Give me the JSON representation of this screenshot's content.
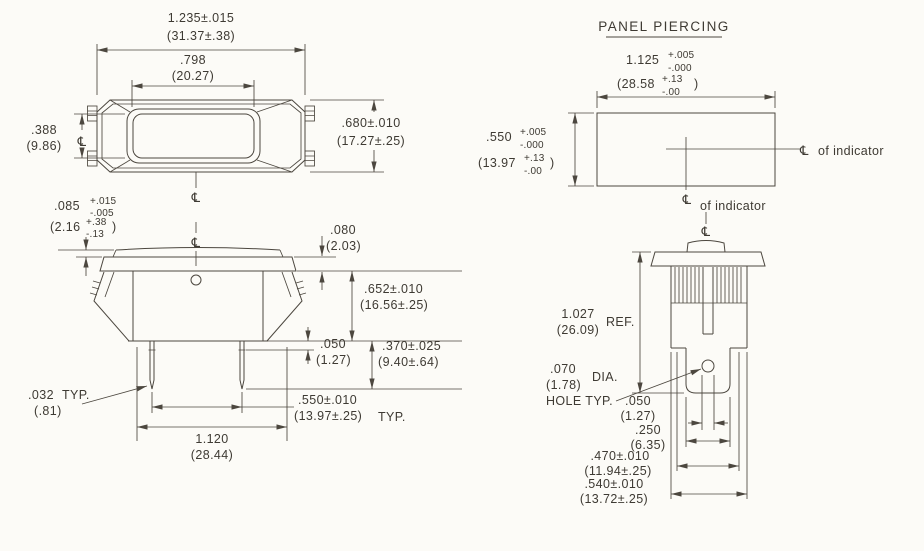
{
  "colors": {
    "line": "#4c473f",
    "text": "#3e3a33",
    "background": "#fcfbf7"
  },
  "symbols": {
    "centerline": "℄"
  },
  "top_view": {
    "overall_width_in": "1.235±.015",
    "overall_width_mm": "(31.37±.38)",
    "lens_width_in": ".798",
    "lens_width_mm": "(20.27)",
    "lens_height_in": ".388",
    "lens_height_mm": "(9.86)",
    "overall_height_in": ".680±.010",
    "overall_height_mm": "(17.27±.25)"
  },
  "panel_piercing": {
    "title": "PANEL PIERCING",
    "width_in": "1.125",
    "width_tol_plus": "+.005",
    "width_tol_minus": "-.000",
    "width_mm": "(28.58",
    "width_mm_tol_plus": "+.13",
    "width_mm_tol_minus": "-.00",
    "width_mm_close": ")",
    "height_in": ".550",
    "height_tol_plus": "+.005",
    "height_tol_minus": "-.000",
    "height_mm": "(13.97",
    "height_mm_tol_plus": "+.13",
    "height_mm_tol_minus": "-.00",
    "height_mm_close": ")",
    "cl_right_label": "of indicator",
    "cl_bottom_label": "of indicator"
  },
  "front_view": {
    "rocker_height_in": ".085",
    "rocker_height_tol_plus": "+.015",
    "rocker_height_tol_minus": "-.005",
    "rocker_height_mm": "(2.16",
    "rocker_height_mm_tol_plus": "+.38",
    "rocker_height_mm_tol_minus": "-.13",
    "rocker_height_mm_close": ")",
    "bezel_thickness_in": ".080",
    "bezel_thickness_mm": "(2.03)",
    "body_depth_in": ".652±.010",
    "body_depth_mm": "(16.56±.25)",
    "terminal_shoulder_in": ".050",
    "terminal_shoulder_mm": "(1.27)",
    "terminal_length_in": ".370±.025",
    "terminal_length_mm": "(9.40±.64)",
    "terminal_thickness_in": ".032",
    "terminal_thickness_typ": "TYP.",
    "terminal_thickness_mm": "(.81)",
    "terminal_spacing_in": ".550±.010",
    "terminal_spacing_mm": "(13.97±.25)",
    "terminal_spacing_typ": "TYP.",
    "body_width_in": "1.120",
    "body_width_mm": "(28.44)"
  },
  "side_view": {
    "overall_depth_in": "1.027",
    "overall_depth_mm": "(26.09)",
    "overall_depth_ref": "REF.",
    "hole_dia_in": ".070",
    "hole_dia_mm": "(1.78)",
    "hole_dia_label": "DIA.",
    "hole_label": "HOLE TYP.",
    "hole_offset_in": ".050",
    "hole_offset_mm": "(1.27)",
    "stem_width_in": ".250",
    "stem_width_mm": "(6.35)",
    "inner_width_in": ".470±.010",
    "inner_width_mm": "(11.94±.25)",
    "body_width_in": ".540±.010",
    "body_width_mm": "(13.72±.25)"
  }
}
